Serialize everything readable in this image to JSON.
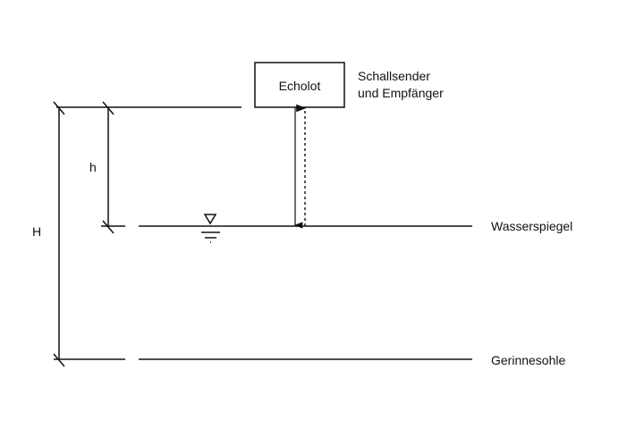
{
  "diagram": {
    "device_label": "Echolot",
    "device_caption_line1": "Schallsender",
    "device_caption_line2": "und Empfänger",
    "water_surface_label": "Wasserspiegel",
    "channel_bed_label": "Gerinnesohle",
    "distance_h_label": "h",
    "depth_H_label": "H",
    "line_color": "#111111"
  }
}
